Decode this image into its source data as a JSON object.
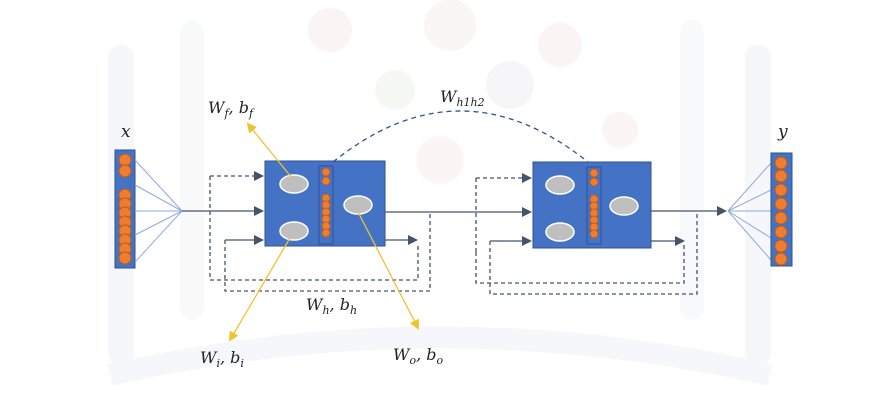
{
  "labels": {
    "x": "x",
    "y": "y",
    "wf": "W",
    "wf_sub": "f",
    "bf": "b",
    "bf_sub": "f",
    "wi": "W",
    "wi_sub": "i",
    "bi": "b",
    "bi_sub": "i",
    "wh": "W",
    "wh_sub": "h",
    "bh": "b",
    "bh_sub": "h",
    "wo": "W",
    "wo_sub": "o",
    "bo": "b",
    "bo_sub": "o",
    "wh1h2": "W",
    "wh1h2_sub": "h1h2",
    "sep": ", "
  },
  "colors": {
    "box_fill": "#4472c4",
    "box_stroke": "#2f528f",
    "neuron_fill": "#ed7d31",
    "neuron_stroke": "#c55a11",
    "gate_fill": "#bfbfbf",
    "annotation_line": "#f2c12e",
    "connector": "#44546a",
    "input_fan": "#8faadc"
  }
}
